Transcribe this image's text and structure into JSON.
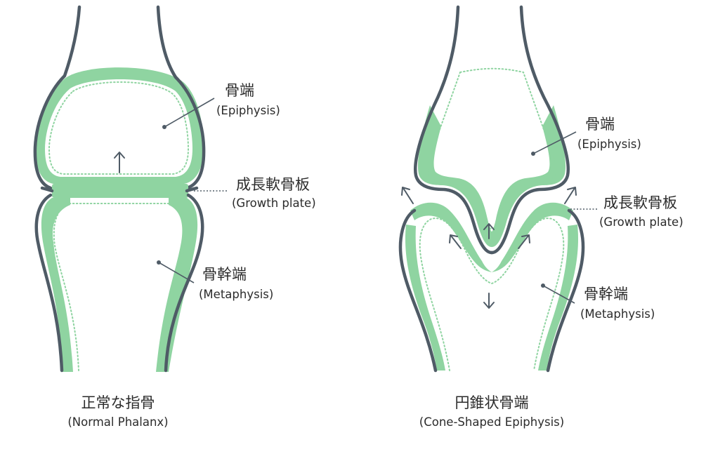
{
  "colors": {
    "outline": "#4f5b66",
    "cartilage": "#8fd4a1",
    "text": "#2b2b2b",
    "background": "#ffffff"
  },
  "left_panel": {
    "caption_jp": "正常な指骨",
    "caption_en": "(Normal Phalanx)",
    "epiphysis_jp": "骨端",
    "epiphysis_en": "(Epiphysis)",
    "growth_plate_jp": "成長軟骨板",
    "growth_plate_en": "(Growth plate)",
    "metaphysis_jp": "骨幹端",
    "metaphysis_en": "(Metaphysis)"
  },
  "right_panel": {
    "caption_jp": "円錐状骨端",
    "caption_en": "(Cone-Shaped Epiphysis)",
    "epiphysis_jp": "骨端",
    "epiphysis_en": "(Epiphysis)",
    "growth_plate_jp": "成長軟骨板",
    "growth_plate_en": "(Growth plate)",
    "metaphysis_jp": "骨幹端",
    "metaphysis_en": "(Metaphysis)"
  }
}
